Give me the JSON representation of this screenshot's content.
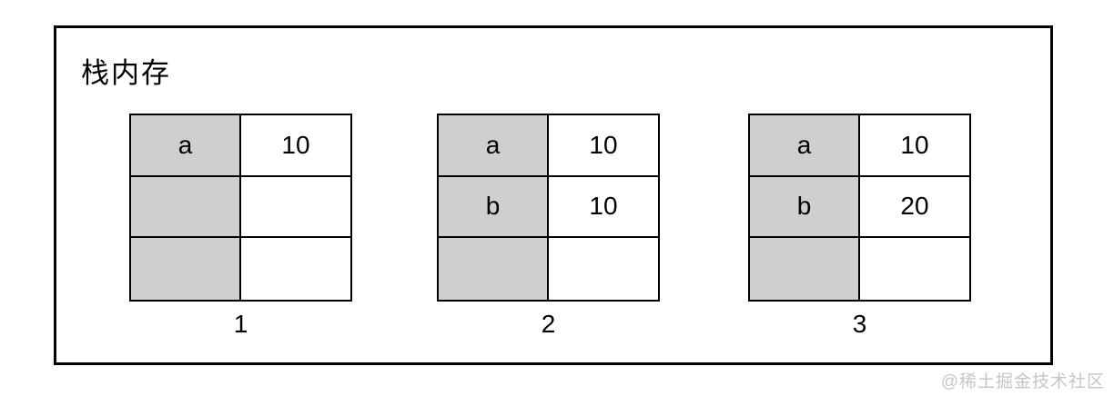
{
  "title": "栈内存",
  "colors": {
    "border": "#000000",
    "cell_gray": "#cfcfcf",
    "background": "#ffffff",
    "watermark_gray": "#c6c6c6"
  },
  "tables": [
    {
      "label": "1",
      "rows": [
        {
          "name": "a",
          "value": "10"
        },
        {
          "name": "",
          "value": ""
        },
        {
          "name": "",
          "value": ""
        }
      ]
    },
    {
      "label": "2",
      "rows": [
        {
          "name": "a",
          "value": "10"
        },
        {
          "name": "b",
          "value": "10"
        },
        {
          "name": "",
          "value": ""
        }
      ]
    },
    {
      "label": "3",
      "rows": [
        {
          "name": "a",
          "value": "10"
        },
        {
          "name": "b",
          "value": "20"
        },
        {
          "name": "",
          "value": ""
        }
      ]
    }
  ],
  "watermark": "@稀土掘金技术社区"
}
